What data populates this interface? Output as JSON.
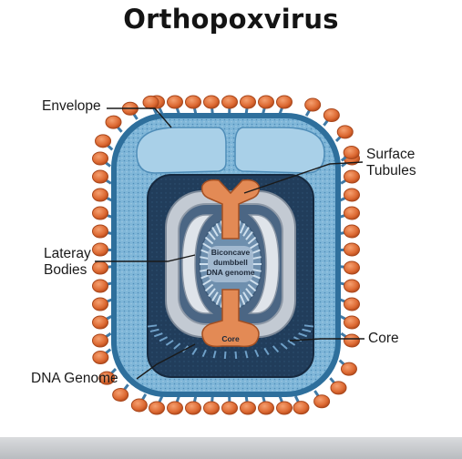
{
  "title": "Orthopoxvirus",
  "labels": {
    "envelope": "Envelope",
    "surface_tubules": [
      "Surface",
      "Tubules"
    ],
    "lateral_bodies": [
      "Lateray",
      "Bodies"
    ],
    "core": "Core",
    "dna_genome": "DNA Genome"
  },
  "inner_text": {
    "biconcave": [
      "Biconcave",
      "dumbbell",
      "DNA genome"
    ],
    "core": "Core"
  },
  "colors": {
    "spike": "#e0733d",
    "envelope": "#5a9dc6",
    "envelope_dark": "#2e6f9c",
    "interior": "#1f3a57",
    "core_wall": "#b9c1cc",
    "tubule": "#e38a55"
  }
}
